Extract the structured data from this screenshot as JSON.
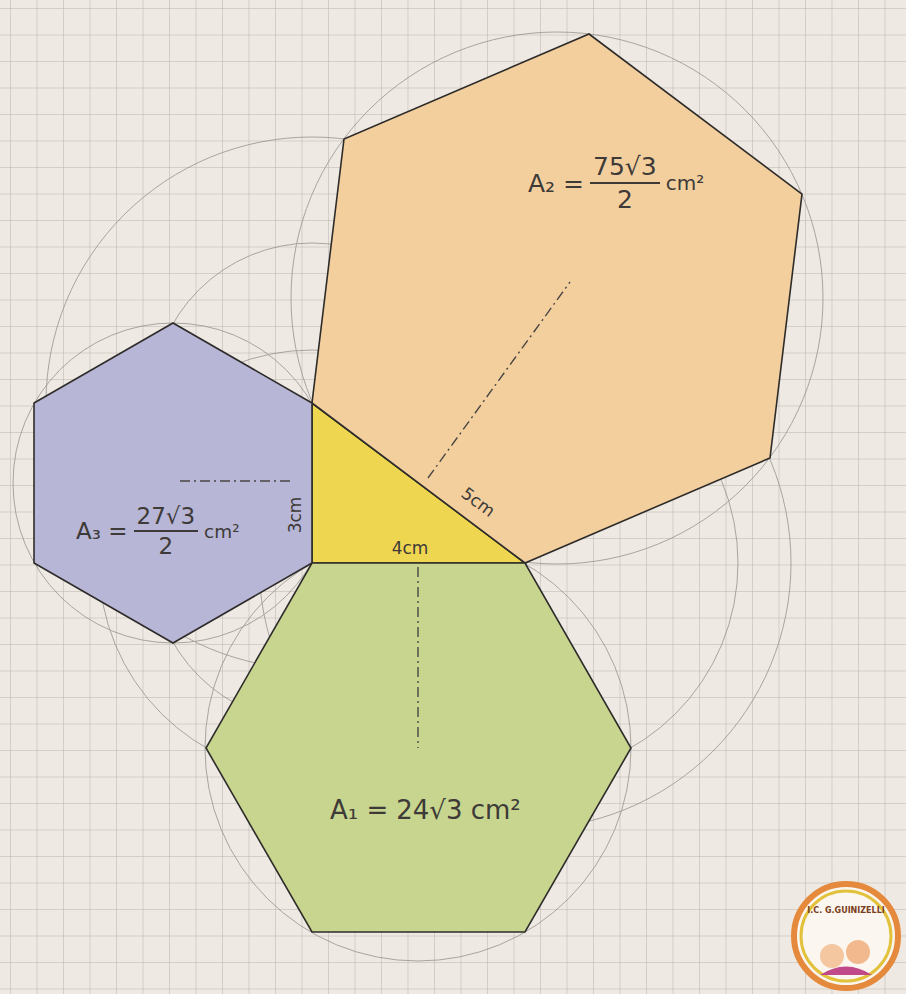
{
  "diagram": {
    "nodes": [
      {
        "text": [
          "A₂ =",
          "75√3",
          "2",
          "cm²"
        ]
      },
      {
        "text": [
          "A₃ =",
          "27√3",
          "2",
          "cm²"
        ]
      },
      {
        "text": [
          "A₁ =",
          "24√3 cm²"
        ]
      }
    ],
    "labels": [
      "5cm",
      "4cm",
      "3cm",
      "I.C. G.GUINIZELLI"
    ]
  }
}
